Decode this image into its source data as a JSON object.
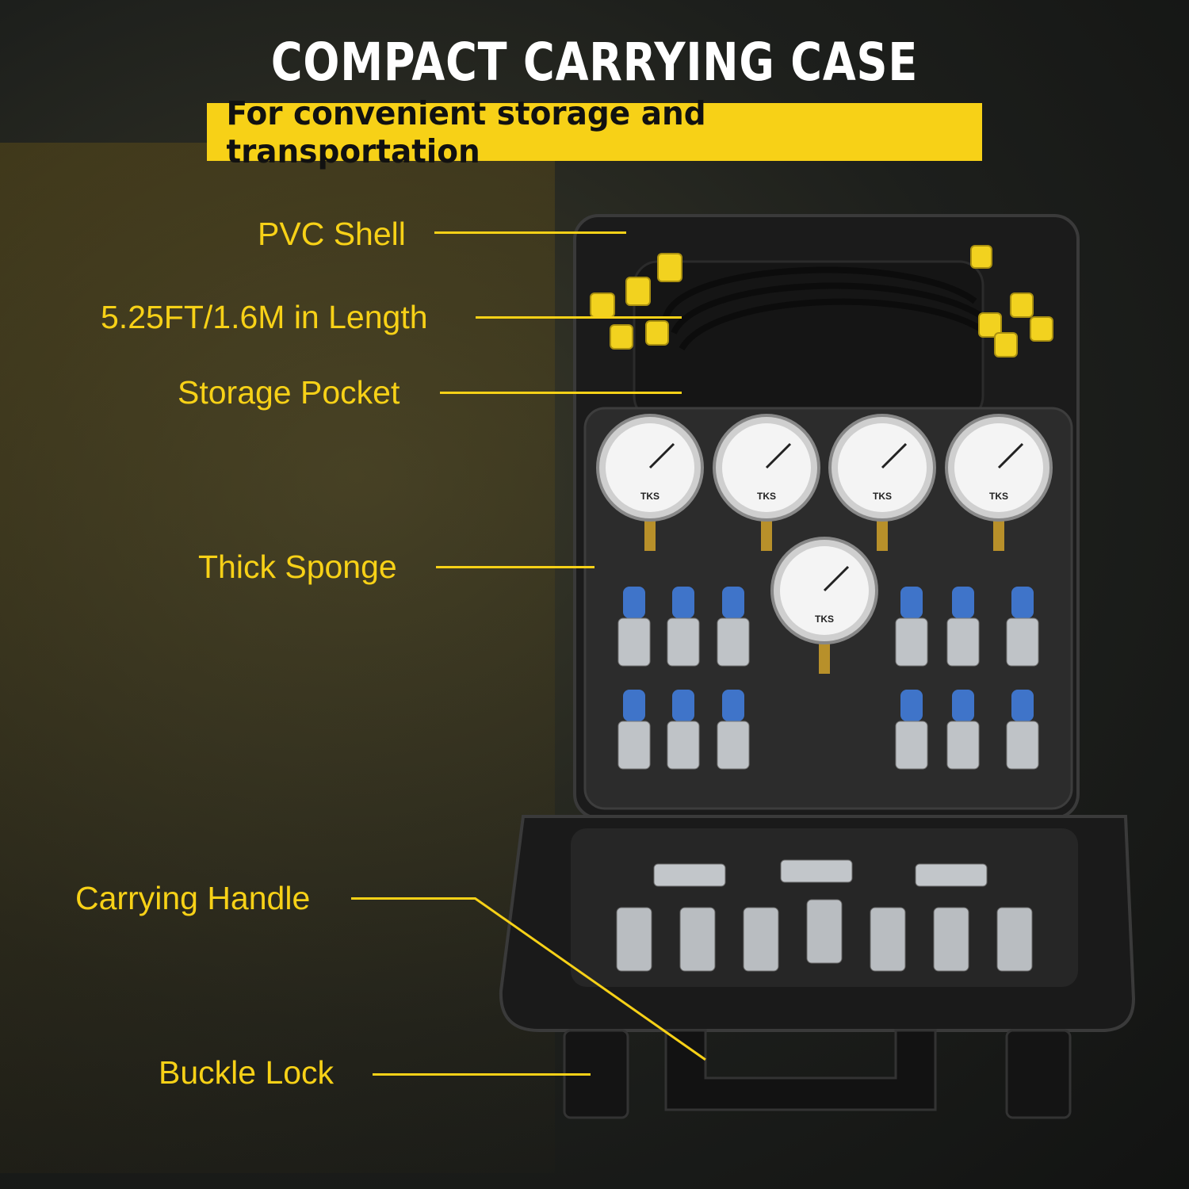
{
  "header": {
    "title": "COMPACT CARRYING CASE",
    "subtitle": "For convenient storage and transportation"
  },
  "callouts": [
    {
      "label": "PVC Shell"
    },
    {
      "label": "5.25FT/1.6M in Length"
    },
    {
      "label": "Storage Pocket"
    },
    {
      "label": "Thick Sponge"
    },
    {
      "label": "Carrying Handle"
    },
    {
      "label": "Buckle Lock"
    }
  ],
  "product": {
    "gauge_brand": "TKS",
    "gauge_count": 5
  },
  "colors": {
    "accent": "#f7d117",
    "background": "#1d1f1c",
    "case": "#1a1a1a",
    "fitting_cap": "#3f74c9"
  }
}
